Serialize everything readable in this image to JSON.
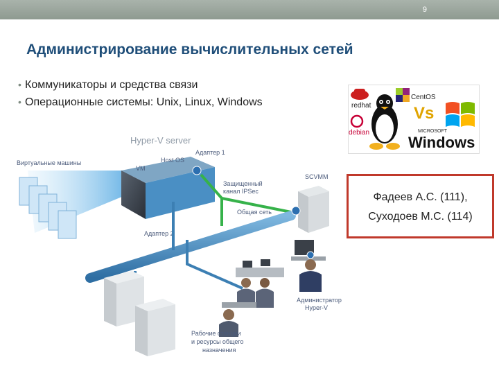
{
  "slide_number": "9",
  "title": "Администрирование вычислительных сетей",
  "bullets": [
    "Коммуникаторы и средства связи",
    "Операционные системы: Unix, Linux, Windows"
  ],
  "os_logos": {
    "redhat": "redhat",
    "centos": "CentOS",
    "debian": "debian",
    "vs": "Vs",
    "microsoft": "MICROSOFT",
    "windows": "Windows"
  },
  "authors": [
    "Фадеев А.С. (111),",
    "Суходоев М.С. (114)"
  ],
  "diagram": {
    "hyperv_server": "Hyper-V server",
    "adapter1": "Адаптер 1",
    "virtual_machines": "Виртуальные машины",
    "vm": "VM",
    "host_os": "Host OS",
    "secure_channel_1": "Защищенный",
    "secure_channel_2": "канал IPSec",
    "scvmm": "SCVMM",
    "shared_network": "Общая сеть",
    "adapter2": "Адаптер 2",
    "admin_1": "Администратор",
    "admin_2": "Hyper-V",
    "workstations_1": "Рабочие станции",
    "workstations_2": "и ресурсы общего",
    "workstations_3": "назначения"
  },
  "colors": {
    "title": "#1f4e79",
    "topbar": "#9aa59c",
    "author_border": "#c0392b",
    "network_blue": "#3c7fb3",
    "network_green": "#36b24a"
  }
}
